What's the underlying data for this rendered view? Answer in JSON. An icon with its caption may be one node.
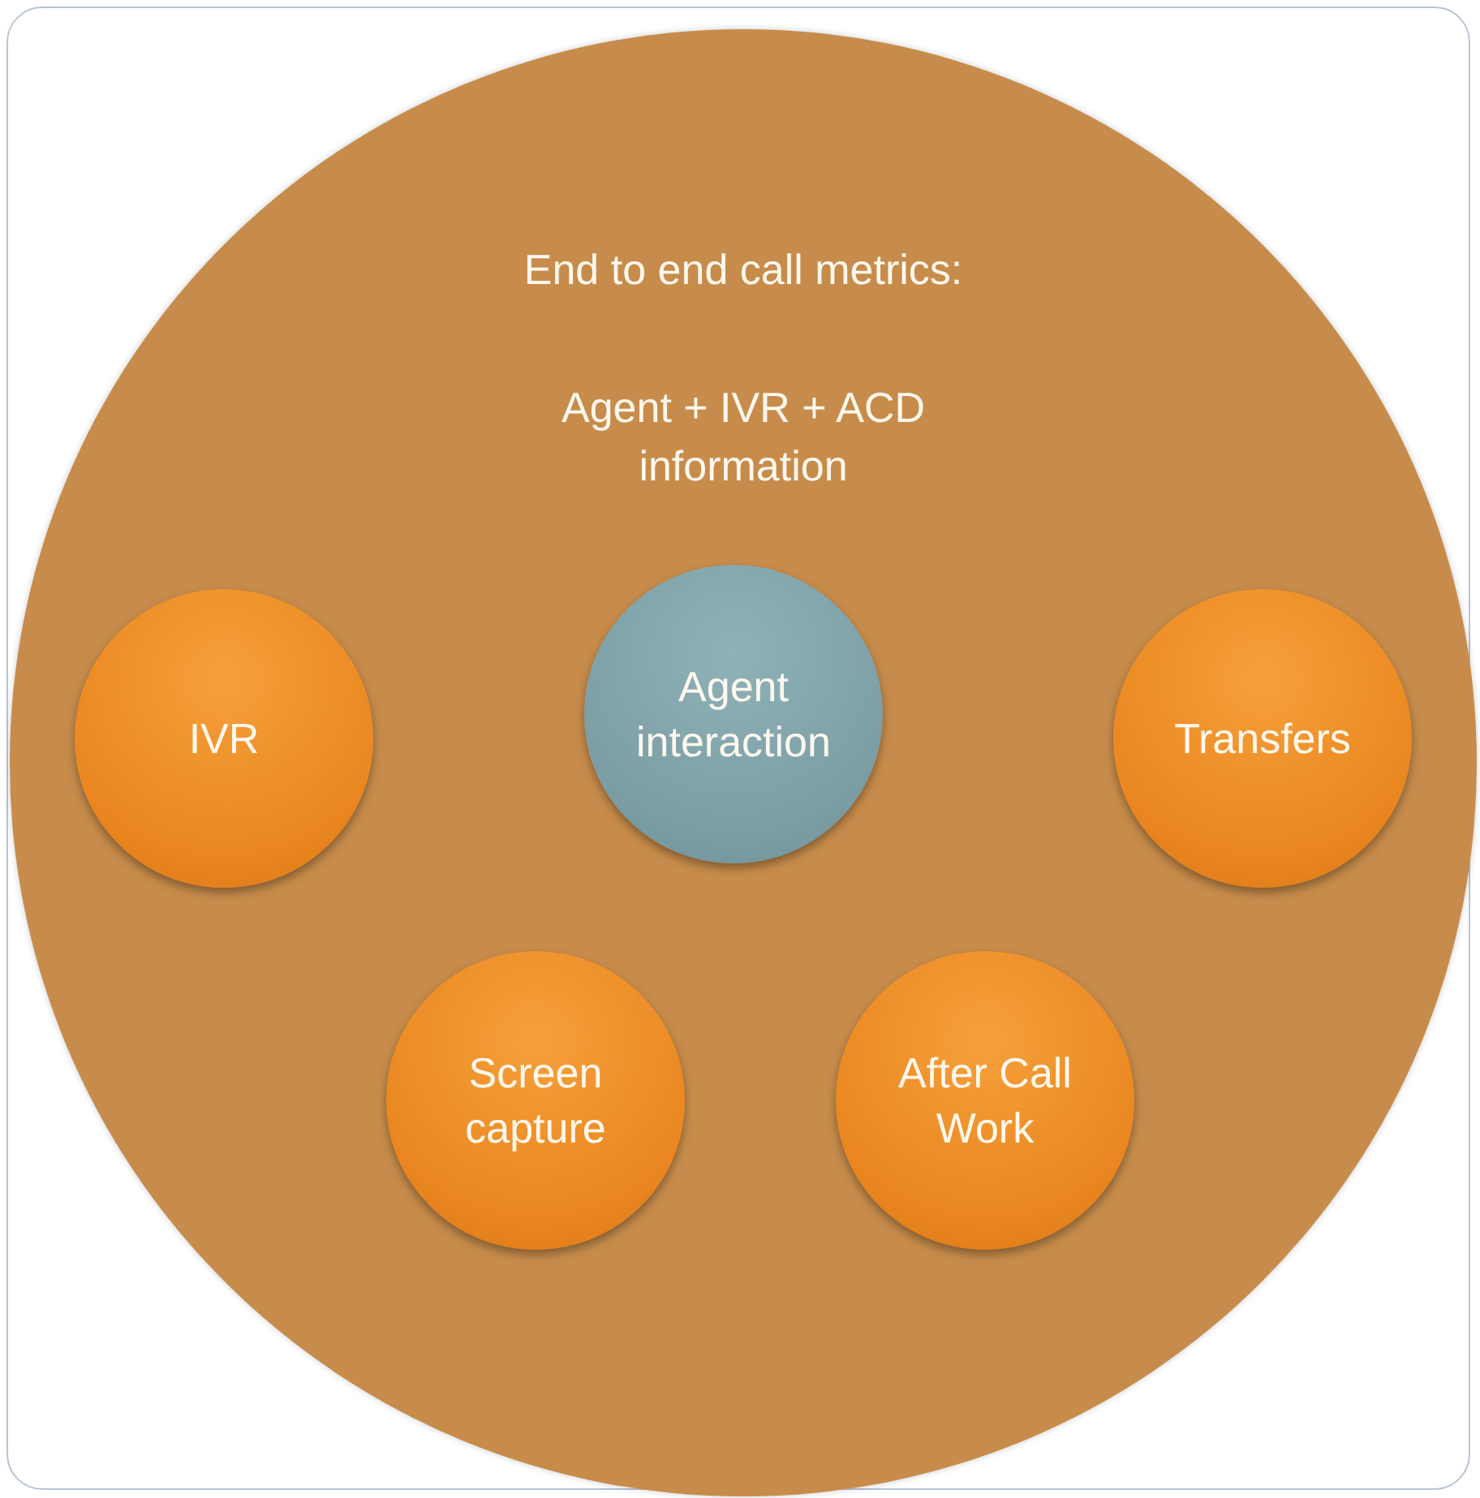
{
  "diagram": {
    "nodes": [
      {
        "text": [
          "End to end call metrics:",
          "Agent + IVR + ACD information"
        ]
      },
      {
        "text": [
          "IVR"
        ],
        "in": 0
      },
      {
        "text": [
          "Agent interaction"
        ],
        "in": 0
      },
      {
        "text": [
          "Transfers"
        ],
        "in": 0
      },
      {
        "text": [
          "Screen capture"
        ],
        "in": 0
      },
      {
        "text": [
          "After Call Work"
        ],
        "in": 0
      }
    ],
    "edges": []
  }
}
